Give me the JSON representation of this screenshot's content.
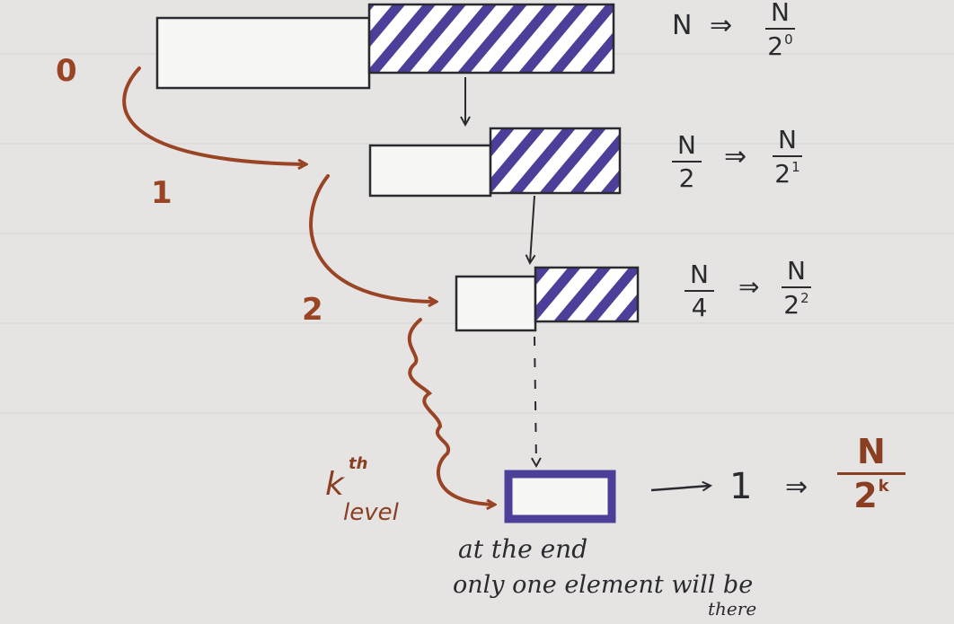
{
  "levels": [
    {
      "level_label": "0",
      "left_expr": "N",
      "arrow": "⇒",
      "num": "N",
      "den_base": "2",
      "den_exp": "0"
    },
    {
      "level_label": "1",
      "left_expr_num": "N",
      "left_expr_den": "2",
      "arrow": "⇒",
      "num": "N",
      "den_base": "2",
      "den_exp": "1"
    },
    {
      "level_label": "2",
      "left_expr_num": "N",
      "left_expr_den": "4",
      "arrow": "⇒",
      "num": "N",
      "den_base": "2",
      "den_exp": "2"
    }
  ],
  "last_level": {
    "label_k": "k",
    "label_th": "th",
    "label_level": "level",
    "arrow_to_one": "⟶",
    "one": "1",
    "arrow": "⇒",
    "num": "N",
    "den_base": "2",
    "den_exp": "k"
  },
  "note": {
    "line1": "at the end",
    "line2": "only one element will be",
    "line3": "there"
  },
  "colors": {
    "paper": "#e6e4e3",
    "ink": "#2a2a2f",
    "hatch": "#4b3f9a",
    "red_ink": "#9a4426"
  }
}
